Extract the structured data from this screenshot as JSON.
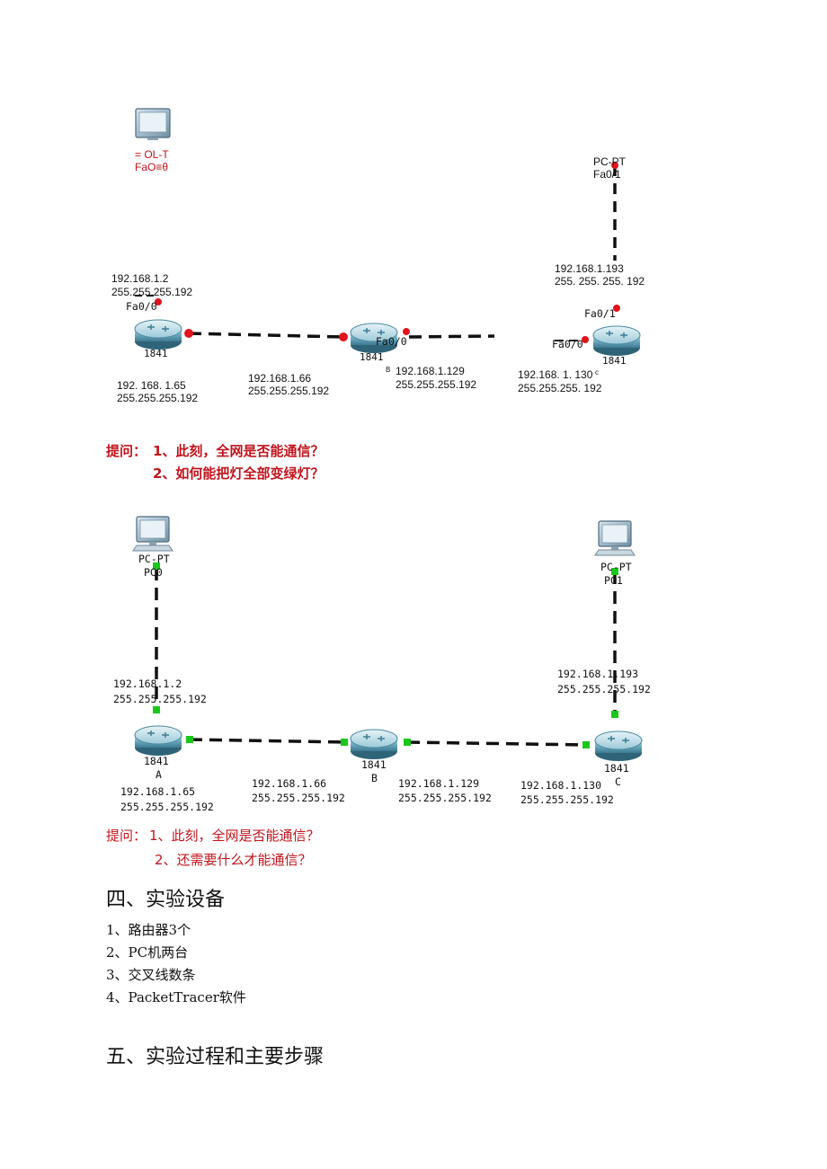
{
  "diagram1": {
    "pc_top_left": {
      "label1": "= OL-T",
      "label2": "FaO≡θ"
    },
    "pc_top_right": {
      "label1": "PC-PT",
      "label2": "Fa0/1"
    },
    "router_a": {
      "ip": "192.168.1.2",
      "mask": "255.255.255.192",
      "port": "Fa0/0",
      "model": "1841",
      "ip2": "192. 168. 1.65",
      "mask2": "255.255.255.192"
    },
    "router_b": {
      "model": "1841",
      "port": "Fa0/0",
      "ip_left": "192.168.1.66",
      "mask_left": "255.255.255.192",
      "mark": "B",
      "ip_right": "192.168.1.129",
      "mask_right": "255.255.255.192"
    },
    "router_c": {
      "model": "1841",
      "port_top": "Fa0/1",
      "port_left": "Fa0/0",
      "ip_top": "192.168.1.193",
      "mask_top": "255. 255. 255. 192",
      "ip_left": "192.168. 1. 130",
      "mark": "c",
      "mask_left": "255.255.255. 192"
    }
  },
  "question1": {
    "prefix": "提问：",
    "q1": "1、此刻，全网是否能通信？",
    "q2": "2、如何能把灯全部变绿灯？"
  },
  "diagram2": {
    "pc0": {
      "type": "PC-PT",
      "name": "PC0"
    },
    "pc1": {
      "type": "PC-PT",
      "name": "PC1"
    },
    "router_a": {
      "ip": "192.168.1.2",
      "mask": "255.255.255.192",
      "model": "1841",
      "name": "A",
      "ip2": "192.168.1.65",
      "mask2": "255.255.255.192"
    },
    "router_b": {
      "model": "1841",
      "name": "B",
      "ip_left": "192.168.1.66",
      "mask_left": "255.255.255.192",
      "ip_right": "192.168.1.129",
      "mask_right": "255.255.255.192"
    },
    "router_c": {
      "model": "1841",
      "name": "C",
      "ip_top": "192.168.1.193",
      "mask_top": "255.255.255.192",
      "ip_left": "192.168.1.130",
      "mask_left": "255.255.255.192"
    }
  },
  "question2": {
    "prefix": "提问：",
    "q1": "1、此刻，全网是否能通信？",
    "q2": "2、还需要什么才能通信？"
  },
  "section4": {
    "title": "四、实验设备",
    "items": [
      "1、路由器3个",
      "2、PC机两台",
      "3、交叉线数条",
      "4、PacketTracer软件"
    ]
  },
  "section5": {
    "title": "五、实验过程和主要步骤"
  },
  "colors": {
    "red_status": "#e0141c",
    "green_status": "#19c819",
    "question_text": "#c0141c"
  }
}
